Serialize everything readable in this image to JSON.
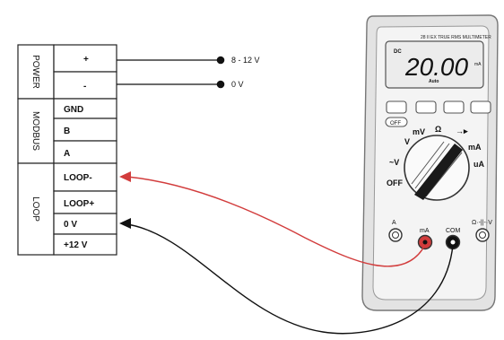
{
  "groups": {
    "power": "POWER",
    "modbus": "MODBUS",
    "loop": "LOOP"
  },
  "terminals": {
    "plus": "+",
    "minus": "-",
    "gnd": "GND",
    "b": "B",
    "a": "A",
    "loop_minus": "LOOP-",
    "loop_plus": "LOOP+",
    "zero_v": "0 V",
    "plus12v": "+12 V"
  },
  "supply": {
    "positive": "8 - 12 V",
    "negative": "0 V"
  },
  "meter": {
    "model": "28 II EX   TRUE RMS MULTIMETER",
    "dc": "DC",
    "reading": "20.00",
    "unit": "mA",
    "range": "Auto",
    "off_button": "OFF",
    "dial": {
      "mv": "mV",
      "ohm": "Ω",
      "diode": "→▸",
      "ma": "mA",
      "ua": "uA",
      "v": "V",
      "acv": "~V",
      "off": "OFF"
    },
    "jacks": {
      "a": "A",
      "ma": "mA",
      "com": "COM",
      "v": "Ω·-||-·V"
    }
  },
  "colors": {
    "red_lead": "#d23c3c",
    "black_lead": "#111111",
    "meter_body": "#f2f2f2"
  }
}
